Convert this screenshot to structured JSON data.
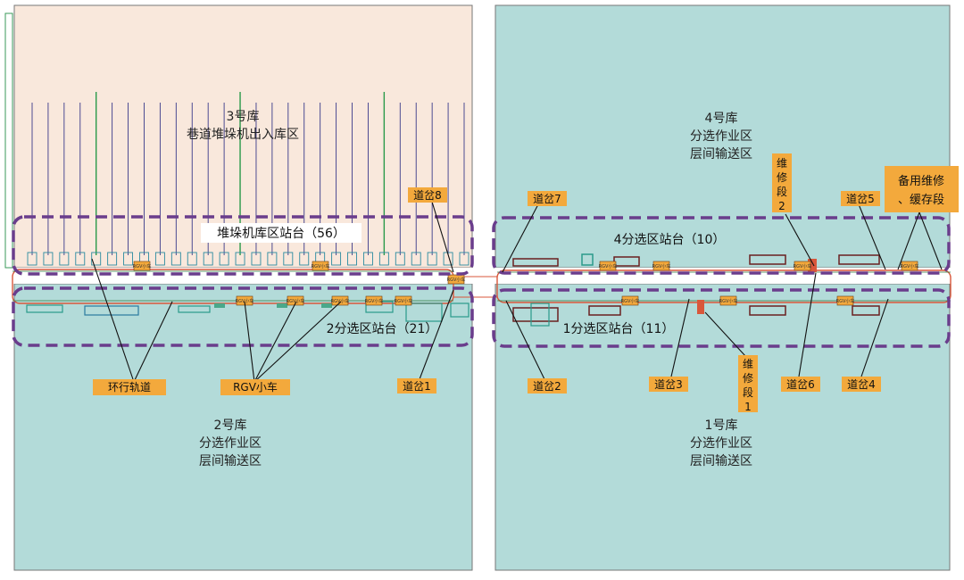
{
  "zones": {
    "lib3": [
      "3号库",
      "巷道堆垛机出入库区"
    ],
    "lib4": [
      "4号库",
      "分选作业区",
      "层间输送区"
    ],
    "lib2": [
      "2号库",
      "分选作业区",
      "层间输送区"
    ],
    "lib1": [
      "1号库",
      "分选作业区",
      "层间输送区"
    ]
  },
  "stations": {
    "stacker": "堆垛机库区站台（56）",
    "sort4": "4分选区站台（10）",
    "sort2": "2分选区站台（21）",
    "sort1": "1分选区站台（11）"
  },
  "switches": {
    "s1": "道岔1",
    "s2": "道岔2",
    "s3": "道岔3",
    "s4": "道岔4",
    "s5": "道岔5",
    "s6": "道岔6",
    "s7": "道岔7",
    "s8": "道岔8"
  },
  "tags": {
    "loop_track": "环行轨道",
    "rgv": "RGV小车",
    "maint1": [
      "维",
      "修",
      "段",
      "1"
    ],
    "maint2": [
      "维",
      "修",
      "段",
      "2"
    ],
    "spare": [
      "备用维修",
      "、缓存段"
    ]
  },
  "rgv_label": "RGV小车",
  "colors": {
    "lib3_bg": "#f9e8dc",
    "lib_teal_bg": "#b3dbd9",
    "tag_orange": "#f3a93c",
    "station_outline": "#6a3d8c",
    "track_red": "#d9573b"
  }
}
